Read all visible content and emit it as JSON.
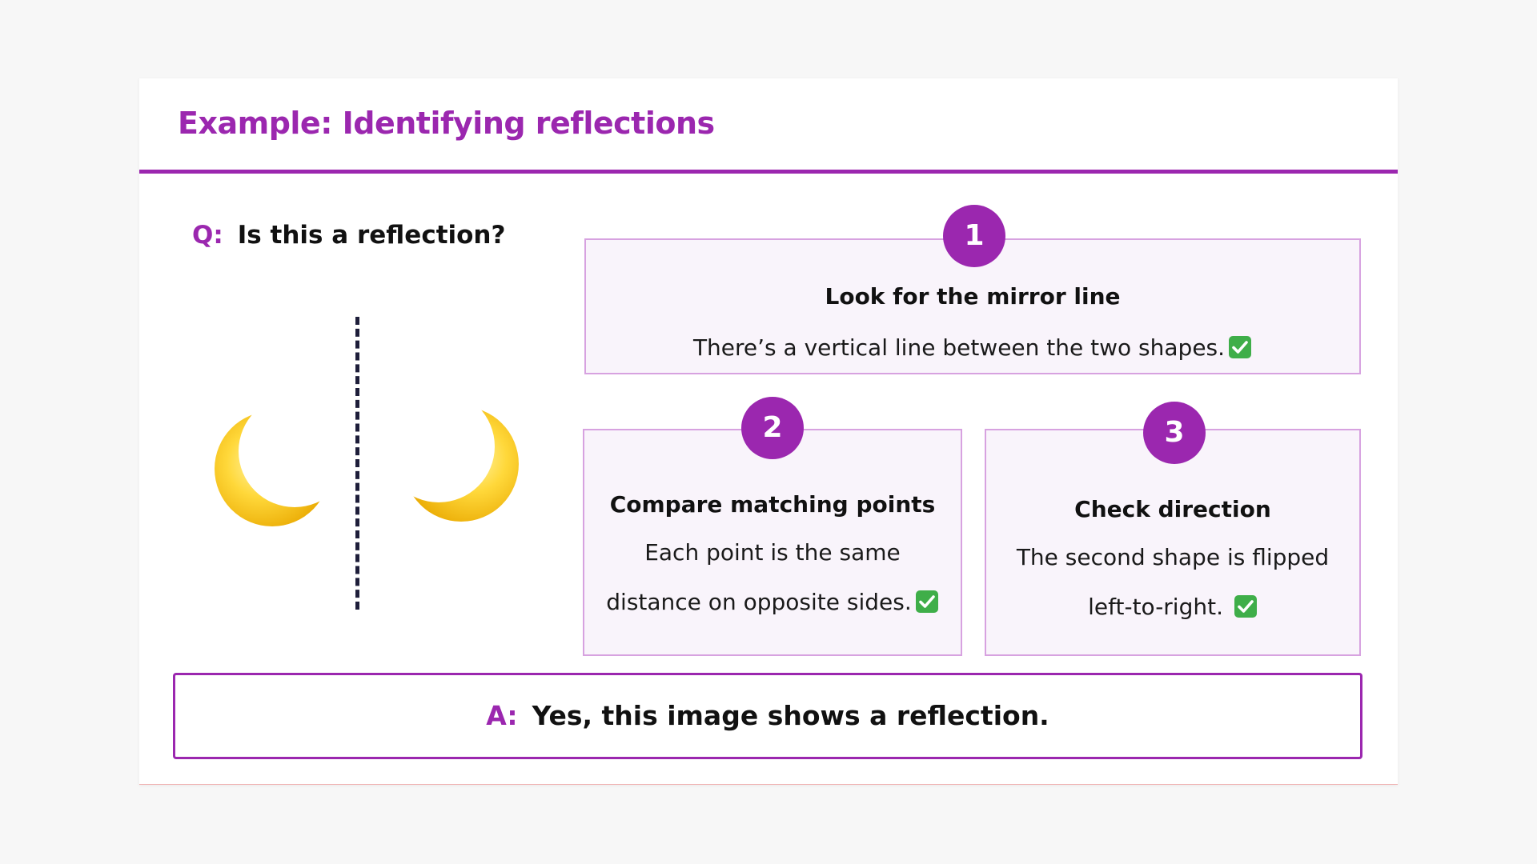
{
  "slide": {
    "title": "Example: Identifying reflections"
  },
  "question": {
    "label": "Q:",
    "text": "Is this a reflection?"
  },
  "illustration": {
    "shape_icon": "crescent-moon-icon",
    "mirror_line_style": "dashed-vertical"
  },
  "steps": [
    {
      "number": "1",
      "title": "Look for the mirror line",
      "lines": [
        "There’s a vertical line between the two shapes."
      ],
      "check_icon": "check-mark-icon"
    },
    {
      "number": "2",
      "title": "Compare matching points",
      "lines": [
        "Each point is the same",
        "distance on opposite sides."
      ],
      "check_icon": "check-mark-icon"
    },
    {
      "number": "3",
      "title": "Check direction",
      "lines": [
        "The second shape is flipped",
        "left-to-right. "
      ],
      "check_icon": "check-mark-icon"
    }
  ],
  "answer": {
    "label": "A:",
    "text": "Yes, this image shows a reflection."
  },
  "colors": {
    "accent": "#9b27af",
    "card_background": "#f9f4fb",
    "card_border": "#d7a2e0",
    "moon": "#f5c400",
    "check_green": "#3fae49"
  }
}
